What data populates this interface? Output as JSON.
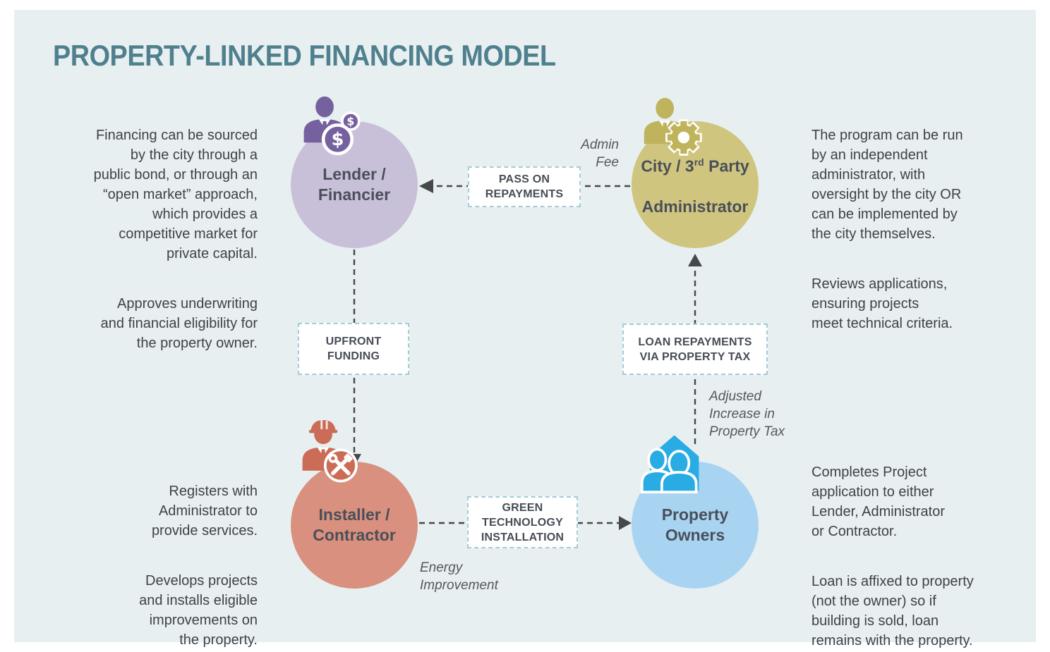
{
  "title": "PROPERTY-LINKED FINANCING MODEL",
  "colors": {
    "background_panel": "#e8eff1",
    "title_teal": "#4f808e",
    "body_text": "#3e4248",
    "node_label_text": "#4a4f59",
    "flow_box_border": "#a5ccd8",
    "arrow_gray": "#47484a",
    "lender_circle": "#c8c0d9",
    "lender_icon": "#74619e",
    "administrator_circle": "#cfc57f",
    "administrator_icon": "#bfb35c",
    "installer_circle": "#d9907e",
    "installer_icon": "#cb6c57",
    "owners_circle": "#a8d4f2",
    "owners_icon": "#29abe3"
  },
  "nodes": {
    "lender": {
      "label": "Lender /\nFinancier",
      "icon": "businessman-money-icon"
    },
    "administrator": {
      "label_pre": "City / 3",
      "label_sup": "rd",
      "label_post": " Party",
      "label_line2": "Administrator",
      "icon": "person-gear-icon"
    },
    "installer": {
      "label": "Installer /\nContractor",
      "icon": "contractor-tools-icon"
    },
    "owners": {
      "label": "Property\nOwners",
      "icon": "house-people-icon"
    }
  },
  "descriptions": {
    "lender": {
      "p1": "Financing can be sourced\nby the city through a\npublic bond, or through an\n“open market” approach,\nwhich provides a\ncompetitive market for\nprivate capital.",
      "p2": "Approves underwriting\nand financial eligibility for\nthe property owner."
    },
    "administrator": {
      "p1": "The program can be run\nby an independent\nadministrator, with\noversight by the city OR\ncan be implemented by\nthe city themselves.",
      "p2": "Reviews applications,\nensuring projects\nmeet technical criteria."
    },
    "installer": {
      "p1": "Registers with\nAdministrator to\nprovide services.",
      "p2": "Develops projects\nand installs eligible\nimprovements on\nthe property."
    },
    "owners": {
      "p1": "Completes Project\napplication to either\nLender, Administrator\nor Contractor.",
      "p2": "Loan is affixed to property\n(not the owner) so if\nbuilding is sold, loan\nremains with the property."
    }
  },
  "flows": {
    "pass_on_repayments": {
      "label": "PASS ON\nREPAYMENTS",
      "annotation": "Admin\nFee",
      "from": "administrator",
      "to": "lender"
    },
    "upfront_funding": {
      "label": "UPFRONT\nFUNDING",
      "from": "lender",
      "to": "installer"
    },
    "loan_repayments": {
      "label": "LOAN REPAYMENTS\nVIA PROPERTY TAX",
      "annotation": "Adjusted\nIncrease in\nProperty Tax",
      "from": "owners",
      "to": "administrator"
    },
    "green_technology": {
      "label": "GREEN\nTECHNOLOGY\nINSTALLATION",
      "annotation": "Energy\nImprovement",
      "from": "installer",
      "to": "owners"
    }
  }
}
